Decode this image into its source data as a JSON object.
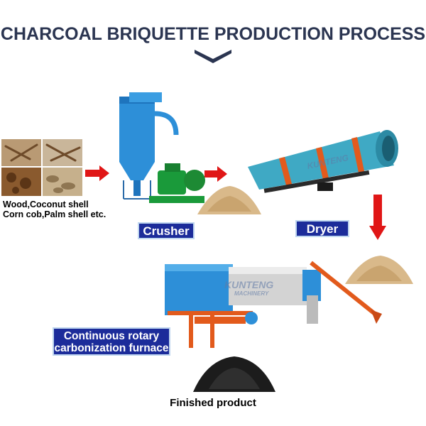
{
  "title": "CHARCOAL BRIQUETTE PRODUCTION PROCESS",
  "raw_materials": {
    "line1": "Wood,Coconut shell",
    "line2": "Corn cob,Palm shell etc."
  },
  "stages": {
    "crusher": "Crusher",
    "dryer": "Dryer",
    "furnace_line1": "Continuous rotary",
    "furnace_line2": "carbonization furnace",
    "finished": "Finished product"
  },
  "watermark": {
    "brand": "KUNTENG",
    "sub": "MACHINERY"
  },
  "colors": {
    "title": "#2b3551",
    "label_bg": "#1c2c9a",
    "arrow": "#e01616",
    "machine_blue": "#2d8fd8",
    "dryer_teal": "#3fa9c4",
    "frame_orange": "#e25a1c",
    "sawdust": "#d9b98a",
    "charcoal": "#1c1c1c"
  }
}
